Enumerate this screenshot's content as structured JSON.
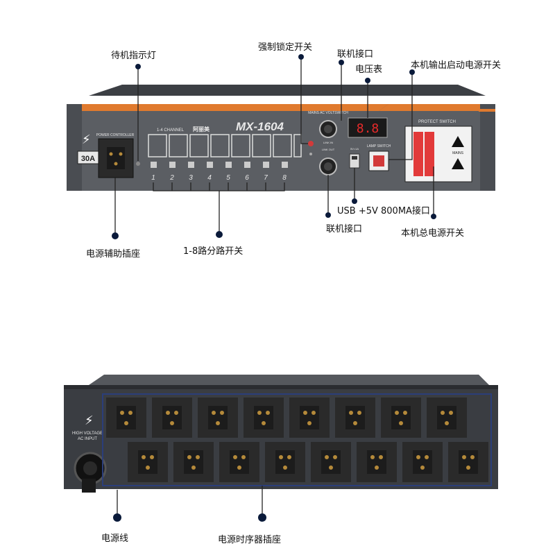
{
  "front": {
    "model": "MX-1604",
    "badge": "30A",
    "panel_labels": {
      "power_controller": "POWER CONTROLLER",
      "channel": "1-4 CHANNEL",
      "brand": "阿丽美",
      "volt_switch": "MAINS AC VOLTSWITCH",
      "protect_switch": "PROTECT SWITCH",
      "lamp_switch": "LAMP SWITCH",
      "link_in": "LINK IN",
      "link_out": "LINK OUT",
      "usb": "5V=1A",
      "mains": "MAINS"
    },
    "voltmeter_display": "8.8",
    "channels": [
      "1",
      "2",
      "3",
      "4",
      "5",
      "6",
      "7",
      "8"
    ]
  },
  "labels": {
    "standby_indicator": "待机指示灯",
    "force_lock_switch": "强制锁定开关",
    "link_port_top": "联机接口",
    "voltmeter": "电压表",
    "output_start_switch": "本机输出启动电源开关",
    "aux_socket": "电源辅助插座",
    "channel_switches": "1-8路分路开关",
    "usb_port": "USB +5V 800MA接口",
    "link_port_bottom": "联机接口",
    "main_switch": "本机总电源开关",
    "power_cord": "电源线",
    "sequencer_sockets": "电源时序器插座"
  },
  "rear": {
    "input_label_1": "HIGH VOLTAGE",
    "input_label_2": "AC INPUT",
    "socket_count": 16
  },
  "colors": {
    "panel": "#5b5e63",
    "accent": "#e07a2e",
    "socket": "#2a2a2a",
    "brass": "#b58a3a",
    "red_switch": "#d23a3a",
    "dot": "#0a1a3a"
  }
}
